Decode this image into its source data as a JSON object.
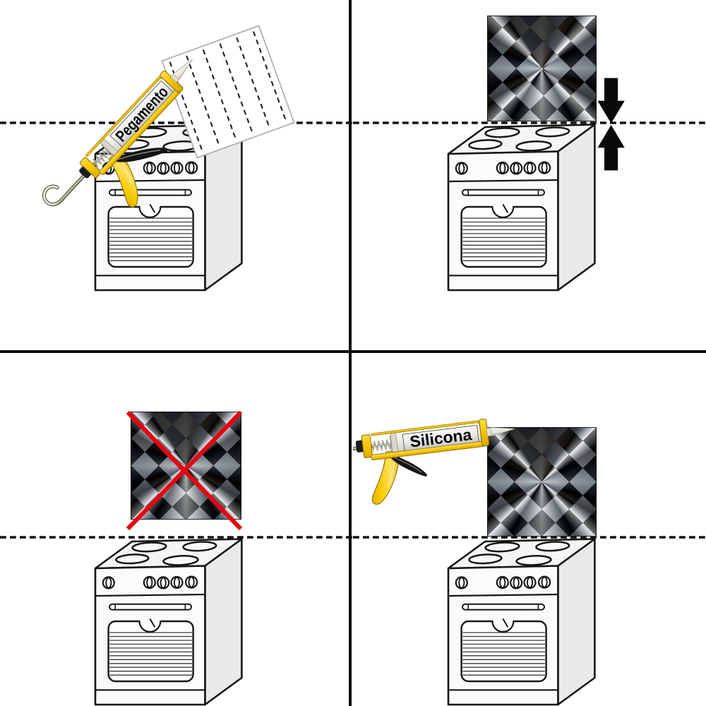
{
  "figure": {
    "kind": "instruction-sheet",
    "grid": "2x2",
    "background": "#ffffff",
    "subject": "stove backsplash panel installation"
  },
  "panels": {
    "top_left": {
      "gun_label": "Pegamento",
      "icons": [
        "caulk-gun-icon",
        "panel-back-icon"
      ]
    },
    "top_right": {
      "icons": [
        "metal-panel-icon",
        "press-down-arrow-icon",
        "press-up-arrow-icon"
      ]
    },
    "bottom_left": {
      "icons": [
        "metal-panel-icon",
        "red-cross-icon"
      ]
    },
    "bottom_right": {
      "gun_label": "Silicona",
      "icons": [
        "caulk-gun-icon",
        "metal-panel-icon"
      ]
    }
  },
  "colors": {
    "background": "#ffffff",
    "line_black": "#101010",
    "gun_yellow": "#f6c700",
    "signal_red": "#e30613",
    "metal_dark": "#1d2024",
    "metal_light": "#f2f4f7"
  }
}
